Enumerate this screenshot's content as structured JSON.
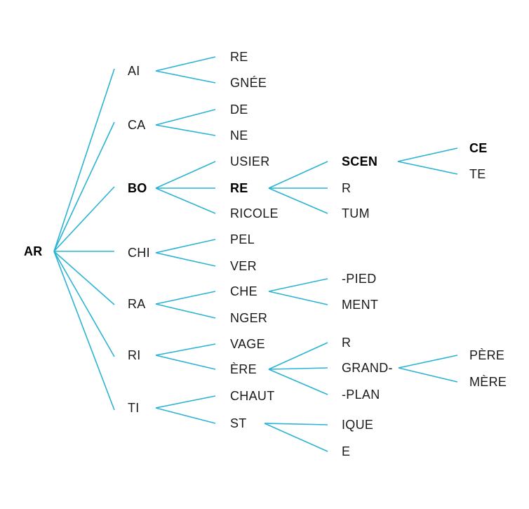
{
  "line_color": "#2bb3d4",
  "tree": {
    "root": {
      "id": "ar",
      "label": "AR",
      "bold": true
    },
    "nodes": [
      {
        "id": "ai",
        "parent": "ar",
        "label": "AI",
        "bold": false
      },
      {
        "id": "ca",
        "parent": "ar",
        "label": "CA",
        "bold": false
      },
      {
        "id": "bo",
        "parent": "ar",
        "label": "BO",
        "bold": true
      },
      {
        "id": "chi",
        "parent": "ar",
        "label": "CHI",
        "bold": false
      },
      {
        "id": "ra",
        "parent": "ar",
        "label": "RA",
        "bold": false
      },
      {
        "id": "ri",
        "parent": "ar",
        "label": "RI",
        "bold": false
      },
      {
        "id": "ti",
        "parent": "ar",
        "label": "TI",
        "bold": false
      },
      {
        "id": "ai-re",
        "parent": "ai",
        "label": "RE",
        "bold": false
      },
      {
        "id": "ai-gnee",
        "parent": "ai",
        "label": "GNÉE",
        "bold": false
      },
      {
        "id": "ca-de",
        "parent": "ca",
        "label": "DE",
        "bold": false
      },
      {
        "id": "ca-ne",
        "parent": "ca",
        "label": "NE",
        "bold": false
      },
      {
        "id": "bo-usier",
        "parent": "bo",
        "label": "USIER",
        "bold": false
      },
      {
        "id": "bo-re",
        "parent": "bo",
        "label": "RE",
        "bold": true
      },
      {
        "id": "bo-ricole",
        "parent": "bo",
        "label": "RICOLE",
        "bold": false
      },
      {
        "id": "chi-pel",
        "parent": "chi",
        "label": "PEL",
        "bold": false
      },
      {
        "id": "chi-ver",
        "parent": "chi",
        "label": "VER",
        "bold": false
      },
      {
        "id": "ra-che",
        "parent": "ra",
        "label": "CHE",
        "bold": false
      },
      {
        "id": "ra-nger",
        "parent": "ra",
        "label": "NGER",
        "bold": false
      },
      {
        "id": "ri-vage",
        "parent": "ri",
        "label": "VAGE",
        "bold": false
      },
      {
        "id": "ri-ere",
        "parent": "ri",
        "label": "ÈRE",
        "bold": false
      },
      {
        "id": "ti-chaut",
        "parent": "ti",
        "label": "CHAUT",
        "bold": false
      },
      {
        "id": "ti-st",
        "parent": "ti",
        "label": "ST",
        "bold": false
      },
      {
        "id": "re-scen",
        "parent": "bo-re",
        "label": "SCEN",
        "bold": true
      },
      {
        "id": "re-r",
        "parent": "bo-re",
        "label": "R",
        "bold": false
      },
      {
        "id": "re-tum",
        "parent": "bo-re",
        "label": "TUM",
        "bold": false
      },
      {
        "id": "che-pied",
        "parent": "ra-che",
        "label": "-PIED",
        "bold": false
      },
      {
        "id": "che-ment",
        "parent": "ra-che",
        "label": "MENT",
        "bold": false
      },
      {
        "id": "ere-r",
        "parent": "ri-ere",
        "label": "R",
        "bold": false
      },
      {
        "id": "ere-grand",
        "parent": "ri-ere",
        "label": "GRAND-",
        "bold": false
      },
      {
        "id": "ere-plan",
        "parent": "ri-ere",
        "label": "-PLAN",
        "bold": false
      },
      {
        "id": "st-ique",
        "parent": "ti-st",
        "label": "IQUE",
        "bold": false
      },
      {
        "id": "st-e",
        "parent": "ti-st",
        "label": "E",
        "bold": false
      },
      {
        "id": "scen-ce",
        "parent": "re-scen",
        "label": "CE",
        "bold": true
      },
      {
        "id": "scen-te",
        "parent": "re-scen",
        "label": "TE",
        "bold": false
      },
      {
        "id": "grand-pere",
        "parent": "ere-grand",
        "label": "PÈRE",
        "bold": false
      },
      {
        "id": "grand-mere",
        "parent": "ere-grand",
        "label": "MÈRE",
        "bold": false
      }
    ]
  }
}
